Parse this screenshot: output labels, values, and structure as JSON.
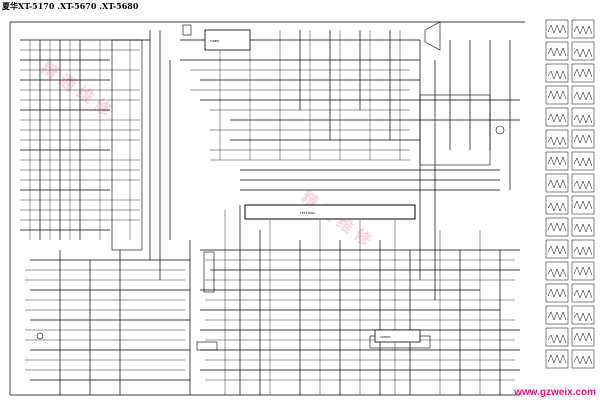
{
  "schematic": {
    "title": "夏华XT-5170 .XT-5670 .XT-5680",
    "watermark_url": "www.gzweix.com",
    "colors": {
      "ink": "#000000",
      "paper": "#ffffff",
      "watermark": "#e0157b"
    }
  },
  "chips": {
    "main_ic": "TB1238AN",
    "tuner": "TUNER",
    "output_ic": "OUTPUT"
  }
}
